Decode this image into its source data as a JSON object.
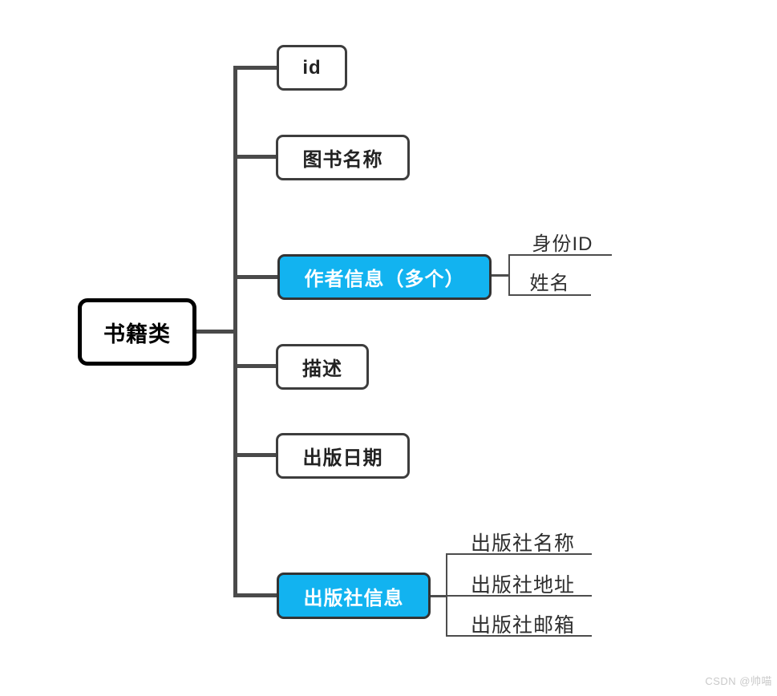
{
  "colors": {
    "accent": "#12b3f0",
    "line": "#4a4a4a",
    "node_border": "#3d3d3d",
    "root_border": "#000000",
    "node_text": "#222222",
    "highlight_text": "#ffffff",
    "watermark_text": "#c9c9c9"
  },
  "map": {
    "root": {
      "label": "书籍类"
    },
    "branches": [
      {
        "key": "id",
        "label": "id",
        "highlighted": false,
        "children": []
      },
      {
        "key": "book-name",
        "label": "图书名称",
        "highlighted": false,
        "children": []
      },
      {
        "key": "author-info",
        "label": "作者信息（多个）",
        "highlighted": true,
        "children": [
          {
            "label": "身份ID"
          },
          {
            "label": "姓名"
          }
        ]
      },
      {
        "key": "description",
        "label": "描述",
        "highlighted": false,
        "children": []
      },
      {
        "key": "publish-date",
        "label": "出版日期",
        "highlighted": false,
        "children": []
      },
      {
        "key": "publisher-info",
        "label": "出版社信息",
        "highlighted": true,
        "children": [
          {
            "label": "出版社名称"
          },
          {
            "label": "出版社地址"
          },
          {
            "label": "出版社邮箱"
          }
        ]
      }
    ]
  },
  "watermark": {
    "text": "CSDN @帅喵"
  }
}
